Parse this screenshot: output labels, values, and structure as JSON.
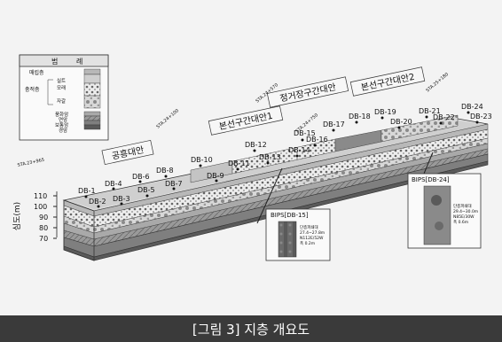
{
  "caption": "[그림 3] 지층 개요도",
  "legend": {
    "header_left": "범",
    "header_right": "례",
    "items": [
      "매립층",
      "충적층",
      "실트",
      "모래",
      "자갈",
      "풍화암",
      "연암",
      "보통암",
      "경암"
    ]
  },
  "sections": [
    "공흥대안",
    "본선구간대안1",
    "정거장구간대안",
    "본선구간대안2"
  ],
  "stations": [
    "STA.23+965",
    "STA.24+100",
    "STA.24+570",
    "STA.24+750",
    "STA.25+180"
  ],
  "boreholes": [
    "DB-1",
    "DB-2",
    "DB-3",
    "DB-4",
    "DB-5",
    "DB-6",
    "DB-7",
    "DB-8",
    "DB-9",
    "DB-10",
    "DB-11",
    "DB-12",
    "DB-13",
    "DB-14",
    "DB-15",
    "DB-16",
    "DB-17",
    "DB-18",
    "DB-19",
    "DB-20",
    "DB-21",
    "DB-22",
    "DB-23",
    "DB-24"
  ],
  "axis": {
    "label": "심도(m)",
    "ticks": [
      "110",
      "100",
      "90",
      "80",
      "70"
    ]
  },
  "bips": [
    {
      "title": "BIPS[DB-15]",
      "note": [
        "단층파쇄대",
        "27.4~27.8m",
        "N112E/52W",
        "폭 0.2m"
      ]
    },
    {
      "title": "BIPS[DB-24]",
      "note": [
        "단층파쇄대",
        "29.4~30.0m",
        "N85E/30W",
        "폭 0.6m"
      ]
    }
  ],
  "colors": {
    "caption_bg": "#3a3a3a",
    "bg": "#f3f3f3"
  }
}
